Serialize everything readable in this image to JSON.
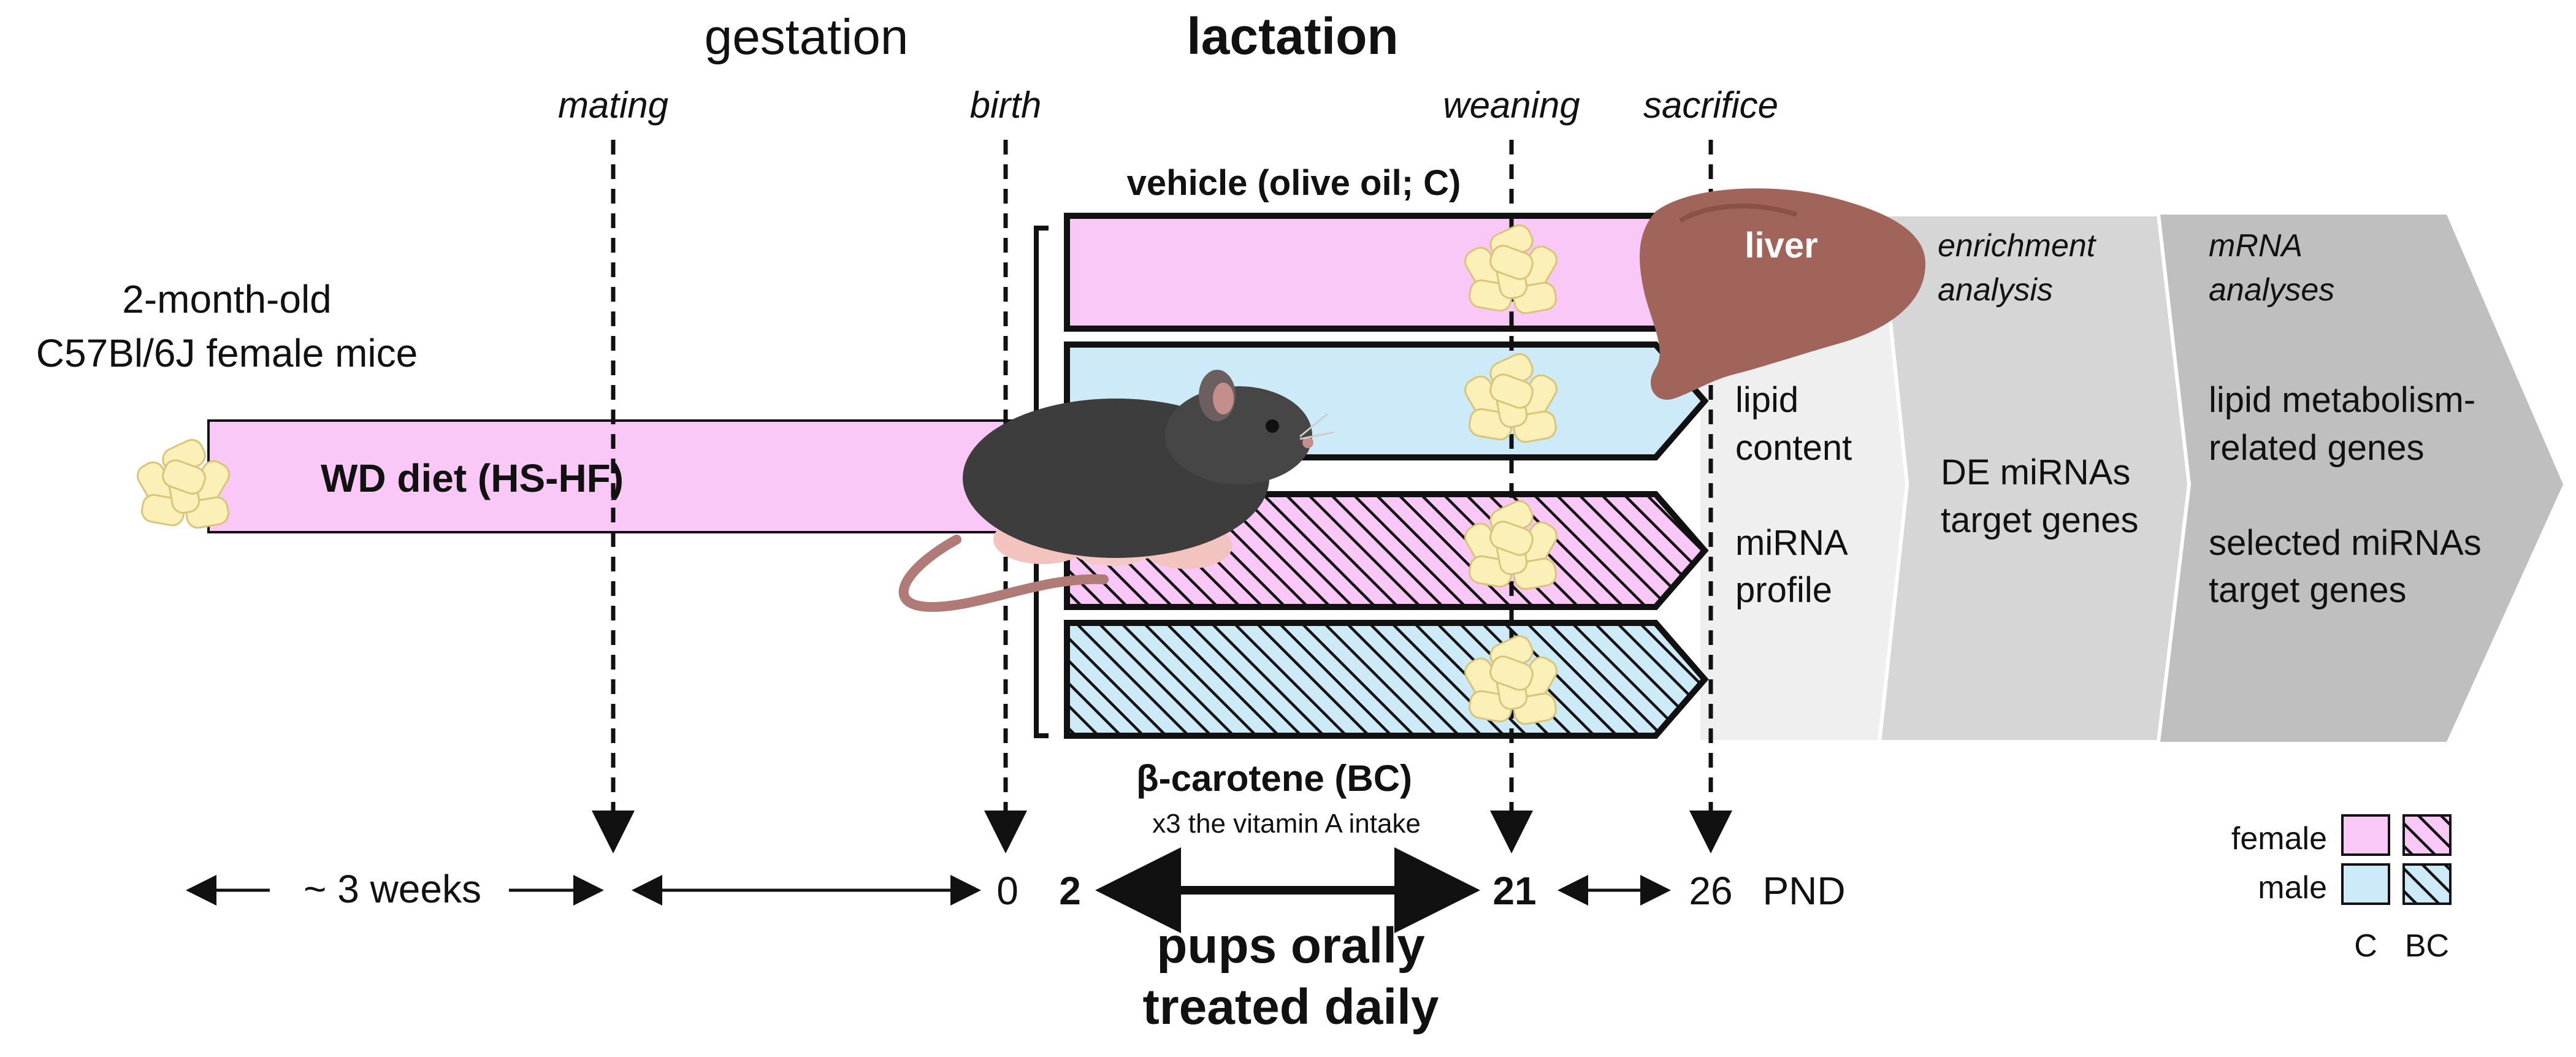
{
  "phases": {
    "gestation": "gestation",
    "lactation": "lactation"
  },
  "events": {
    "mating": "mating",
    "birth": "birth",
    "weaning": "weaning",
    "sacrifice": "sacrifice"
  },
  "mothers": {
    "line1": "2-month-old",
    "line2": "C57Bl/6J female mice"
  },
  "diet_label": "WD diet (HS-HF)",
  "vehicle_label": "vehicle (olive oil; C)",
  "bc_label": "β-carotene (BC)",
  "bc_sublabel": "x3  the vitamin A intake",
  "liver_label": "liver",
  "analyses": {
    "lipid_1": "lipid",
    "lipid_2": "content",
    "mirna_1": "miRNA",
    "mirna_2": "profile",
    "enrichment_1": "enrichment",
    "enrichment_2": "analysis",
    "de_1": "DE miRNAs",
    "de_2": "target genes",
    "mrna_1": "mRNA",
    "mrna_2": "analyses",
    "lipid_genes_1": "lipid metabolism-",
    "lipid_genes_2": "related genes",
    "sel_1": "selected miRNAs",
    "sel_2": "target genes"
  },
  "timeline": {
    "weeks": "~ 3 weeks",
    "day0": "0",
    "day2": "2",
    "day21": "21",
    "day26": "26",
    "unit": "PND"
  },
  "treatment_1": "pups orally",
  "treatment_2": "treated daily",
  "legend": {
    "female": "female",
    "male": "male",
    "c": "C",
    "bc": "BC"
  },
  "colors": {
    "female": "#f9c8f6",
    "male": "#cdeaf8",
    "gray1": "#efefef",
    "gray2": "#d6d6d6",
    "gray3": "#bfbfbf",
    "liver": "#a0645a"
  }
}
